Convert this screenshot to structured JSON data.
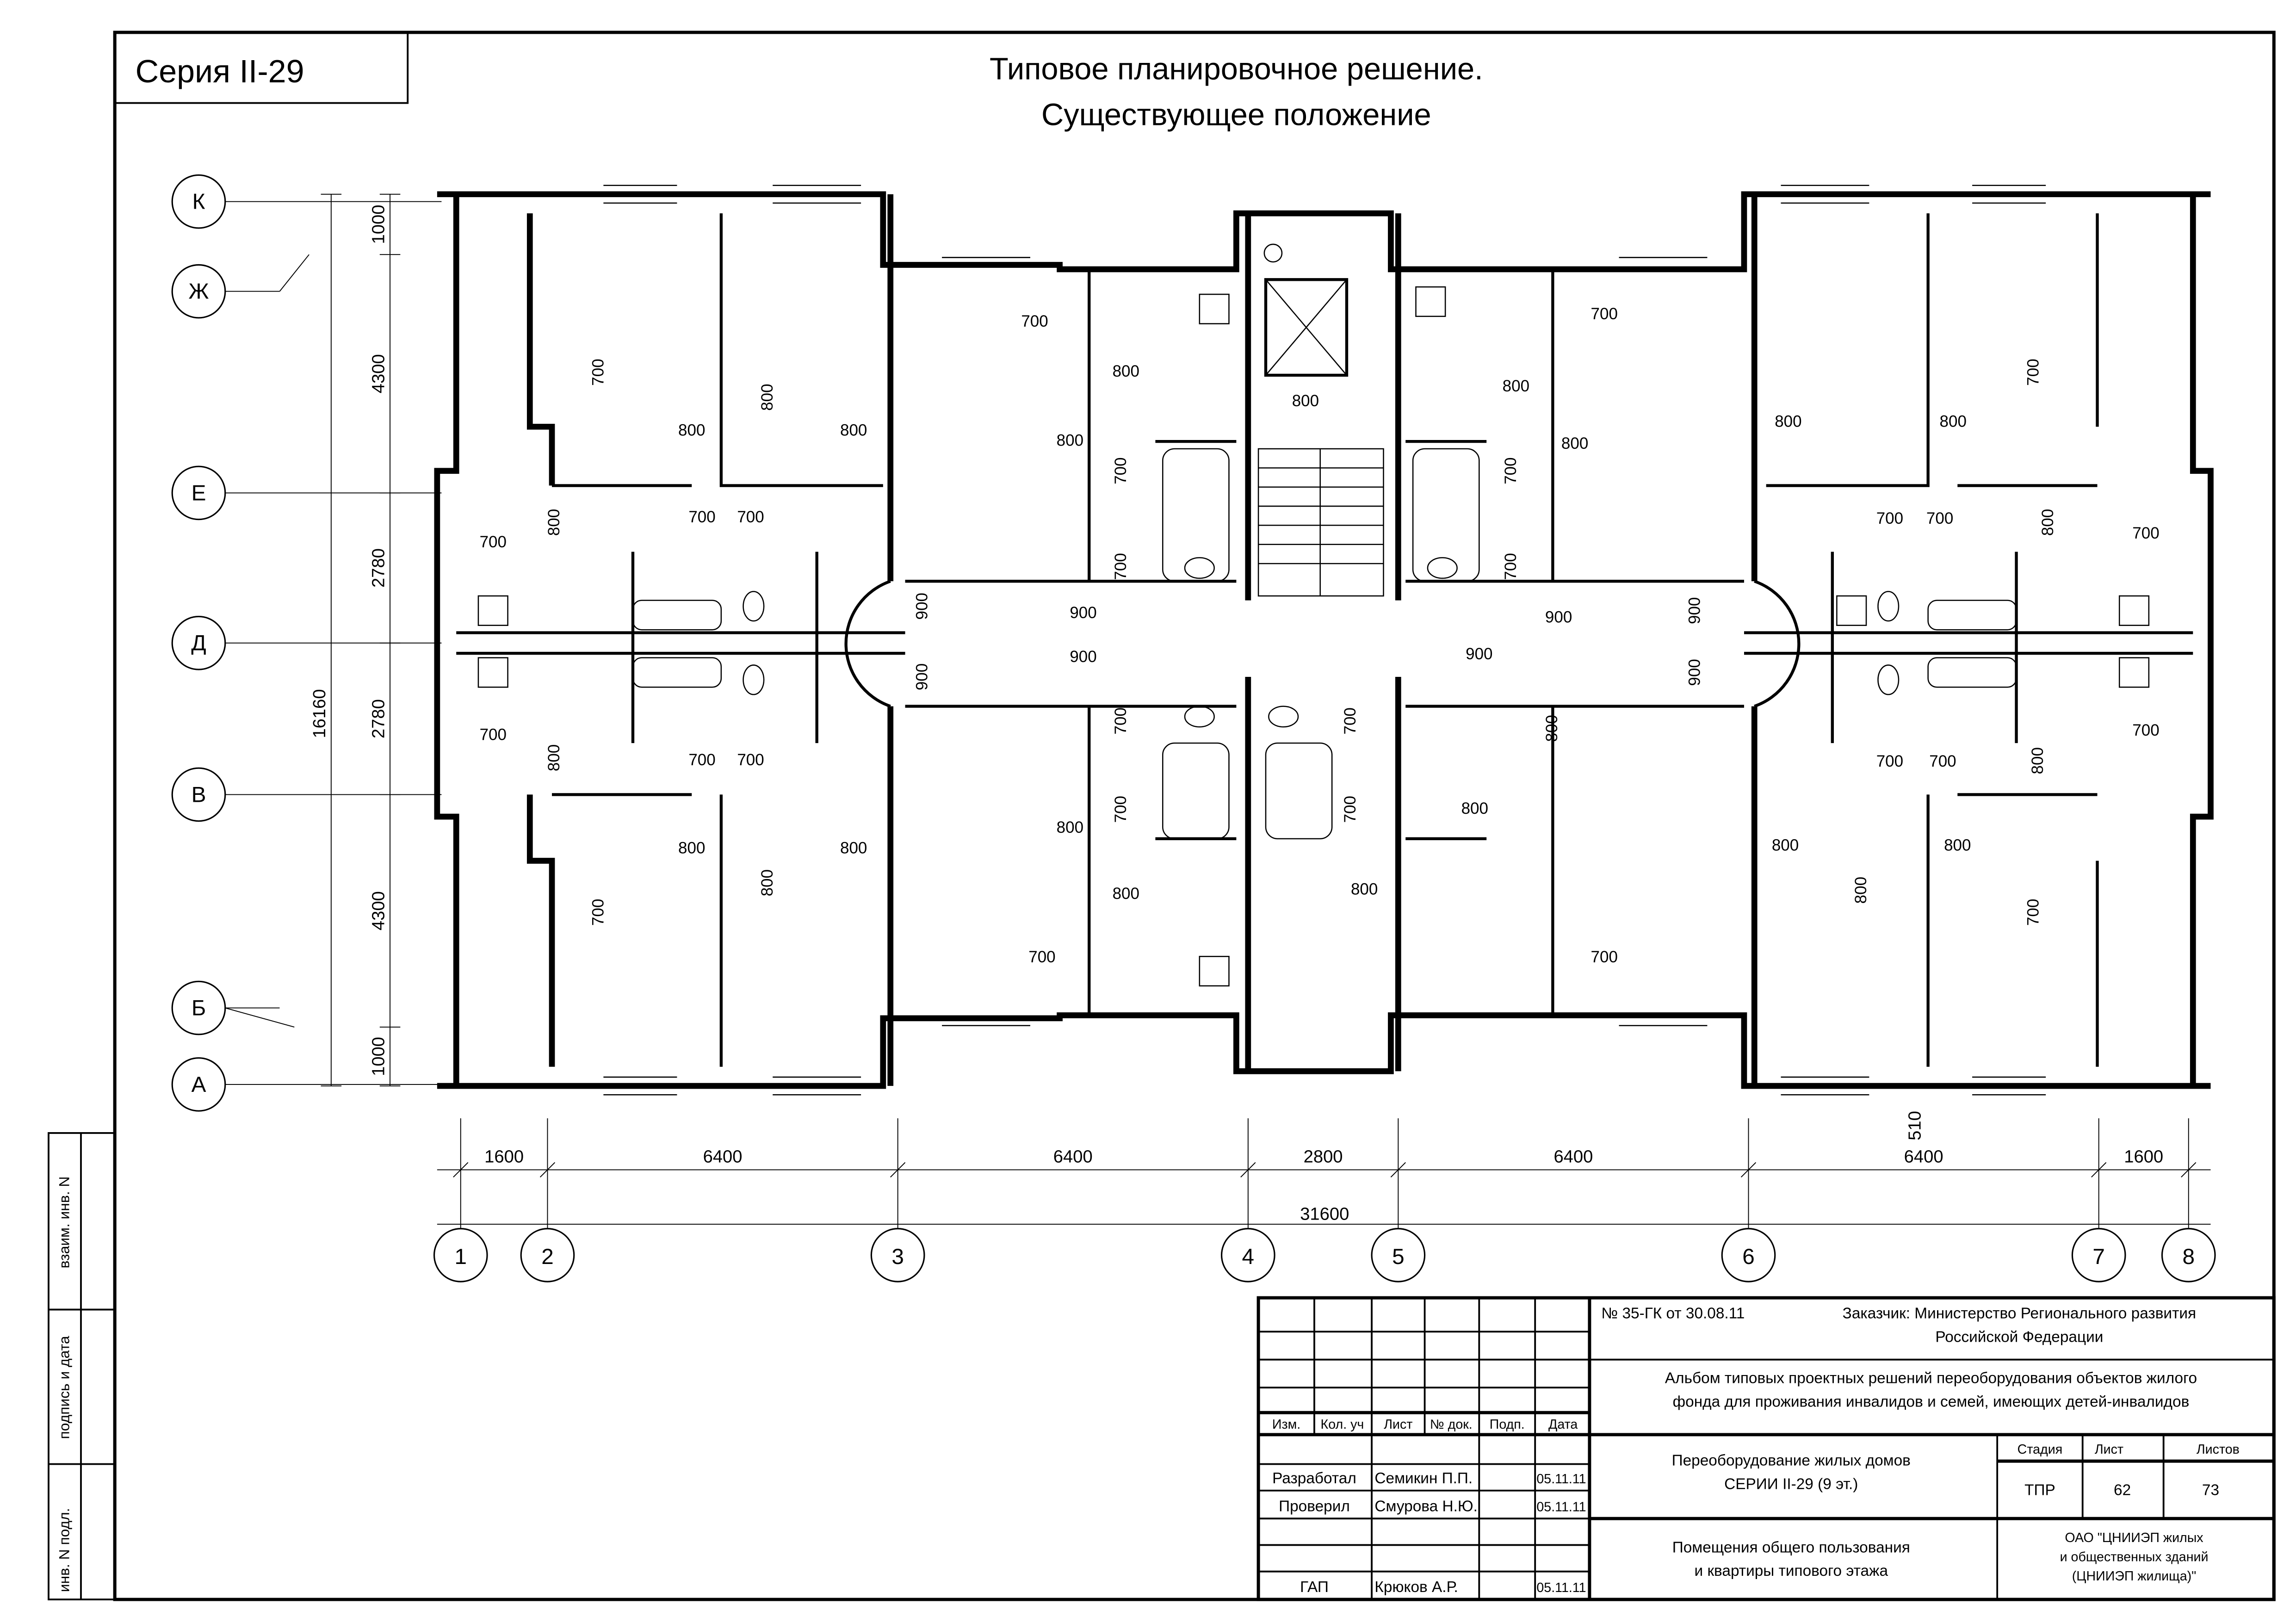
{
  "series_label": "Серия II-29",
  "title": {
    "line1": "Типовое планировочное решение.",
    "line2": "Существующее положение"
  },
  "axes": {
    "rows": [
      "К",
      "Ж",
      "Е",
      "Д",
      "В",
      "Б",
      "А"
    ],
    "columns": [
      "1",
      "2",
      "3",
      "4",
      "5",
      "6",
      "7",
      "8"
    ]
  },
  "dimensions": {
    "vertical": [
      "1000",
      "4300",
      "2780",
      "2780",
      "4300",
      "1000"
    ],
    "vertical_total": "16160",
    "horizontal": [
      "1600",
      "6400",
      "6400",
      "2800",
      "6400",
      "6400",
      "1600"
    ],
    "horizontal_total": "31600",
    "offset": "510"
  },
  "plan": {
    "door_labels": [
      "700",
      "800",
      "800",
      "800",
      "800",
      "700",
      "700",
      "700",
      "700",
      "800",
      "700",
      "700",
      "800",
      "800",
      "800",
      "700",
      "700",
      "800",
      "800",
      "700",
      "700",
      "900",
      "900",
      "900",
      "900",
      "700",
      "700",
      "800",
      "800",
      "700",
      "800",
      "700",
      "700",
      "800",
      "700",
      "800",
      "800",
      "700",
      "700",
      "900",
      "900",
      "800",
      "800",
      "700",
      "900",
      "900",
      "700",
      "800",
      "800",
      "800",
      "700",
      "700",
      "700",
      "700",
      "800",
      "700",
      "700",
      "800",
      "800",
      "800",
      "700"
    ]
  },
  "side_stamp": {
    "row1": "взаим. инв. N",
    "row2": "подпись и дата",
    "row3": "инв. N подл."
  },
  "title_block": {
    "headers": [
      "Изм.",
      "Кол. уч",
      "Лист",
      "№ док.",
      "Подп.",
      "Дата"
    ],
    "signers": [
      {
        "role": "Разработал",
        "name": "Семикин П.П.",
        "date": "05.11.11"
      },
      {
        "role": "Проверил",
        "name": "Смурова Н.Ю.",
        "date": "05.11.11"
      },
      {
        "role": "ГАП",
        "name": "Крюков А.Р.",
        "date": "05.11.11"
      }
    ],
    "contract": "№ 35-ГК от 30.08.11",
    "customer_line1": "Заказчик: Министерство Регионального развития",
    "customer_line2": "Российской Федерации",
    "album_line1": "Альбом типовых проектных решений переоборудования объектов жилого",
    "album_line2": "фонда для проживания инвалидов и семей, имеющих детей-инвалидов",
    "project_line1": "Переоборудование жилых домов",
    "project_line2": "СЕРИИ II-29 (9 эт.)",
    "stage_label": "Стадия",
    "sheet_label": "Лист",
    "sheets_label": "Листов",
    "stage": "ТПР",
    "sheet": "62",
    "sheets": "73",
    "drawing_line1": "Помещения общего пользования",
    "drawing_line2": "и квартиры типового этажа",
    "org_line1": "ОАО \"ЦНИИЭП жилых",
    "org_line2": "и общественных зданий",
    "org_line3": "(ЦНИИЭП жилища)\""
  }
}
